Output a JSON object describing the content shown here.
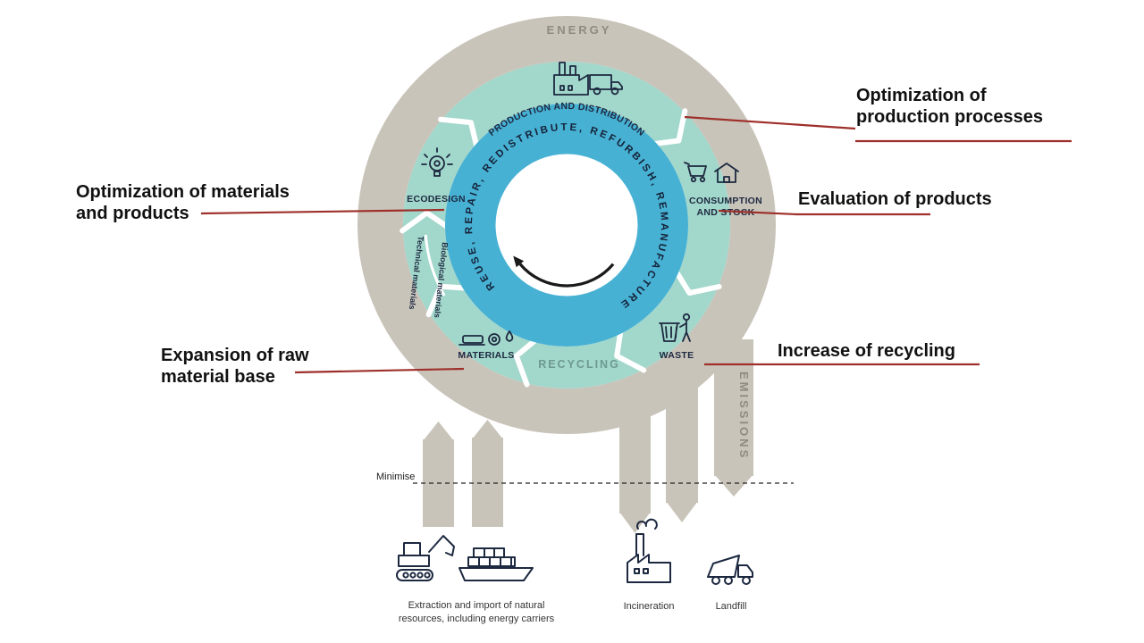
{
  "colors": {
    "ring_gray": "#c9c4ba",
    "teal": "#a2d7cb",
    "blue": "#47b1d4",
    "navy": "#1d2940",
    "annotation_red": "#9e2f2a",
    "muted_text": "#8f8b82",
    "recycling_text": "#6d9a91"
  },
  "ring": {
    "energy_label": "ENERGY",
    "emissions_label": "EMISSIONS"
  },
  "cycle": {
    "inner_arc_text": "REUSE, REPAIR, REDISTRIBUTE, REFURBISH, REMANUFACTURE",
    "recycling_label": "RECYCLING",
    "segments": {
      "production": "PRODUCTION AND DISTRIBUTION",
      "consumption_line1": "CONSUMPTION",
      "consumption_line2": "AND STOCK",
      "waste": "WASTE",
      "materials": "MATERIALS",
      "ecodesign": "ECODESIGN"
    },
    "flows": {
      "biological": "Biological materials",
      "technical": "Technical materials"
    }
  },
  "annotations": {
    "production": {
      "line1": "Optimization of",
      "line2": "production processes"
    },
    "evaluation": {
      "line1": "Evaluation of products"
    },
    "recycling": {
      "line1": "Increase of recycling"
    },
    "materials_opt": {
      "line1": "Optimization of materials",
      "line2": "and products"
    },
    "raw_base": {
      "line1": "Expansion of raw",
      "line2": "material base"
    }
  },
  "bottom": {
    "minimise_label": "Minimise",
    "extraction_caption_line1": "Extraction and import of natural",
    "extraction_caption_line2": "resources, including energy carriers",
    "incineration_label": "Incineration",
    "landfill_label": "Landfill"
  }
}
